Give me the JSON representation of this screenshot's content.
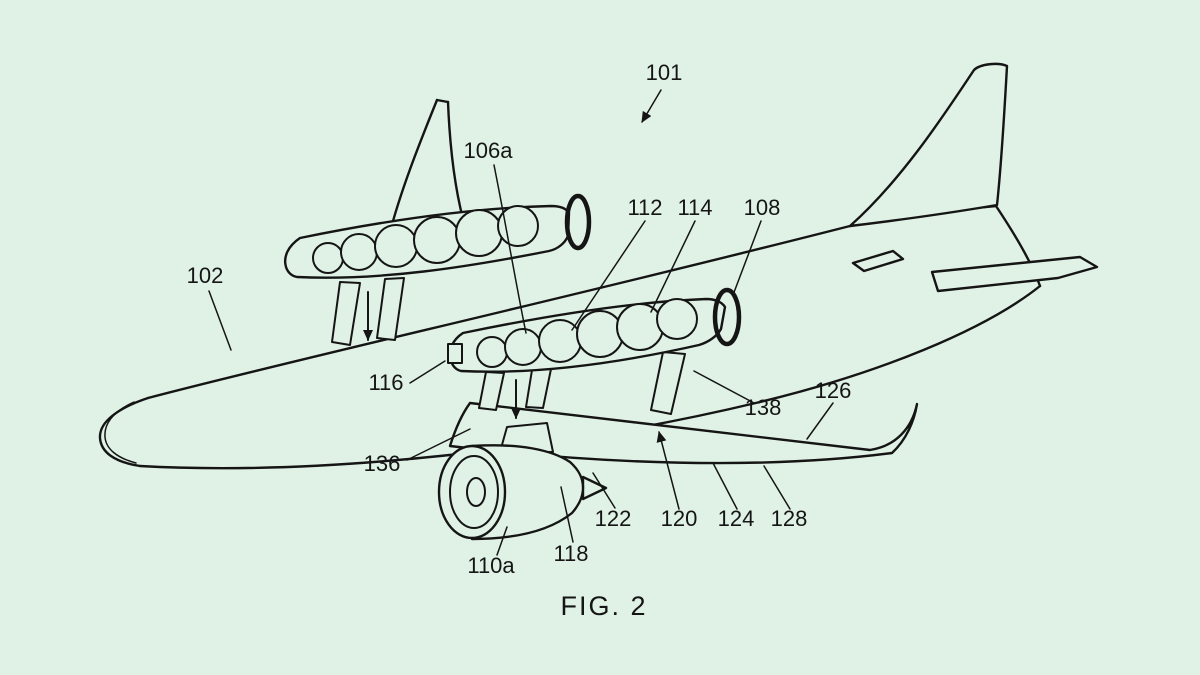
{
  "colors": {
    "background": "#e0f2e6",
    "line": "#151515"
  },
  "figure": {
    "caption": "FIG. 2"
  },
  "labels": [
    {
      "id": "101",
      "text": "101"
    },
    {
      "id": "106a",
      "text": "106a"
    },
    {
      "id": "112",
      "text": "112"
    },
    {
      "id": "114",
      "text": "114"
    },
    {
      "id": "108",
      "text": "108"
    },
    {
      "id": "102",
      "text": "102"
    },
    {
      "id": "116",
      "text": "116"
    },
    {
      "id": "138",
      "text": "138"
    },
    {
      "id": "126",
      "text": "126"
    },
    {
      "id": "136",
      "text": "136"
    },
    {
      "id": "122",
      "text": "122"
    },
    {
      "id": "120",
      "text": "120"
    },
    {
      "id": "124",
      "text": "124"
    },
    {
      "id": "128",
      "text": "128"
    },
    {
      "id": "110a",
      "text": "110a"
    },
    {
      "id": "118",
      "text": "118"
    }
  ]
}
